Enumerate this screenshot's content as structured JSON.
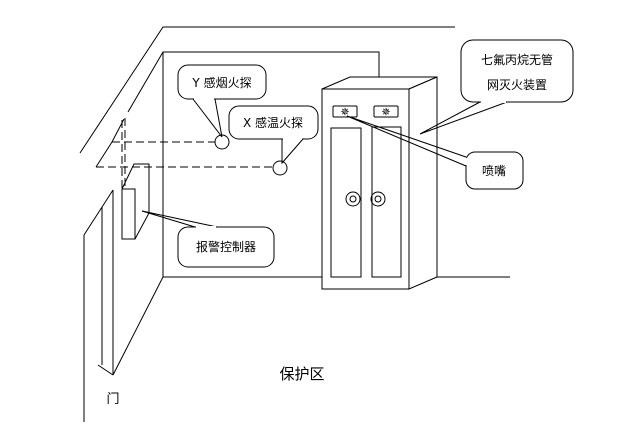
{
  "labels": {
    "smoke_detector": "Y 感烟火探",
    "heat_detector": "X 感温火探",
    "alarm_controller": "报警控制器",
    "device_line1": "七氟丙烷无管",
    "device_line2": "网灭火装置",
    "nozzle": "喷嘴",
    "protected_area": "保护区",
    "door": "门"
  }
}
